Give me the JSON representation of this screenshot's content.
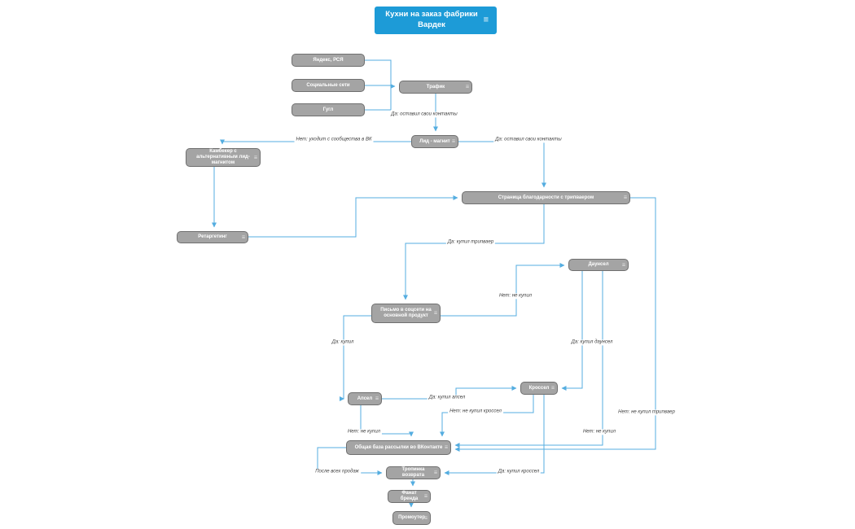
{
  "header": {
    "title": "Кухни на заказ фабрики Вардек"
  },
  "icons": {
    "menu_glyph": "≡"
  },
  "colors": {
    "header_blue": "#1d9bd7",
    "node_gray": "#a4a4a4",
    "node_border": "#6f6f6f",
    "connector_blue": "#54ade0",
    "edge_label_text": "#3f3f3f"
  },
  "nodes": {
    "yandex": {
      "label": "Яндекс, РСЯ"
    },
    "social": {
      "label": "Социальные сети"
    },
    "google": {
      "label": "Гугл"
    },
    "traffic": {
      "label": "Трафик"
    },
    "leadmagnet": {
      "label": "Лид - магнит"
    },
    "comebacker": {
      "label": "Камбекер с альтернативным лид-магнитом"
    },
    "retargeting": {
      "label": "Ретаргетинг"
    },
    "thankyou": {
      "label": "Страница благодарности с трипваером"
    },
    "letter": {
      "label": "Письмо в соцсети на основной продукт"
    },
    "downsell": {
      "label": "Даунсел"
    },
    "upsell": {
      "label": "Апсел"
    },
    "crosssell": {
      "label": "Кроссел"
    },
    "database": {
      "label": "Общая база рассылки во ВКонтакте"
    },
    "returnpath": {
      "label": "Тропинка возврата"
    },
    "fan": {
      "label": "Фанат бренда"
    },
    "promoter": {
      "label": "Промоутер"
    }
  },
  "edge_labels": {
    "traffic_yes": "Да: оставил свои контакты",
    "lead_no": "Нет: уходит с сообщества в ВК",
    "lead_yes": "Да: оставил свои контакты",
    "tripwire_yes": "Да: купил трипваер",
    "tripwire_no": "Нет: не купил трипваер",
    "letter_no": "Нет: не купил",
    "letter_yes": "Да: купил",
    "downsell_yes": "Да: купил даунсел",
    "downsell_no": "Нет: не купил",
    "upsell_yes": "Да: купил апсел",
    "upsell_no": "Нет: не купил",
    "cross_no": "Нет: не купил кроссел",
    "cross_yes": "Да: купил кроссел",
    "after_sales": "После всех продаж"
  }
}
